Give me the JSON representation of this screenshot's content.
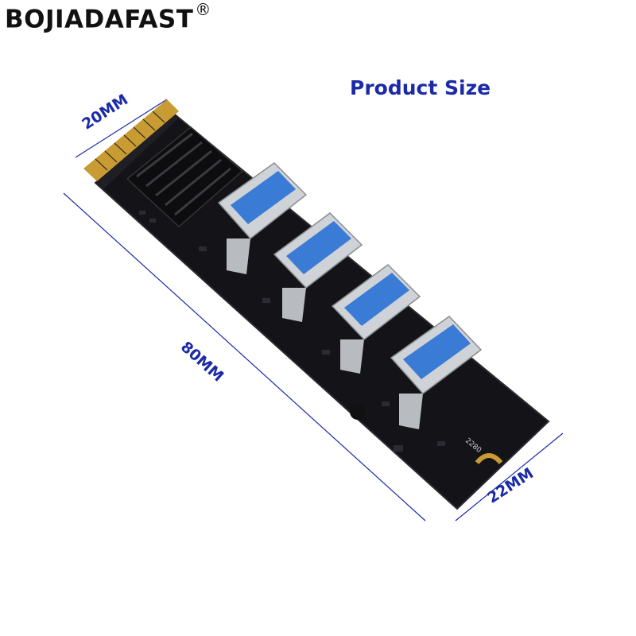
{
  "brand": {
    "name": "BOJIADAFAST",
    "mark": "®"
  },
  "title": "Product Size",
  "dimensions": {
    "width_top": "20MM",
    "length": "80MM",
    "width_bottom": "22MM"
  },
  "board_silkscreen": [
    "2280"
  ],
  "colors": {
    "label_blue": "#1b2aa6",
    "pcb": "#16161c",
    "usb_blue": "#3a7bd5",
    "gold": "#d4a53a"
  }
}
